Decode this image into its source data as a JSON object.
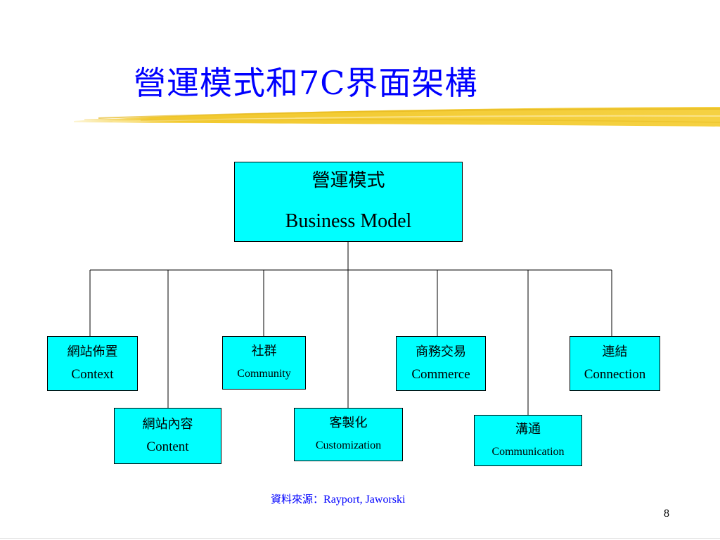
{
  "slide": {
    "title": "營運模式和7C界面架構",
    "source_label": "資料來源：",
    "source_authors": "Rayport, Jaworski",
    "page_number": "8",
    "colors": {
      "title": "#0000ff",
      "box_fill": "#00ffff",
      "brush_stroke": "#f2cc2e"
    }
  },
  "diagram": {
    "root": {
      "zh": "營運模式",
      "en": "Business Model"
    },
    "nodes": [
      {
        "zh": "網站佈置",
        "en": "Context"
      },
      {
        "zh": "網站內容",
        "en": "Content"
      },
      {
        "zh": "社群",
        "en": "Community"
      },
      {
        "zh": "客製化",
        "en": "Customization"
      },
      {
        "zh": "商務交易",
        "en": "Commerce"
      },
      {
        "zh": "溝通",
        "en": "Communication"
      },
      {
        "zh": "連結",
        "en": "Connection"
      }
    ]
  }
}
